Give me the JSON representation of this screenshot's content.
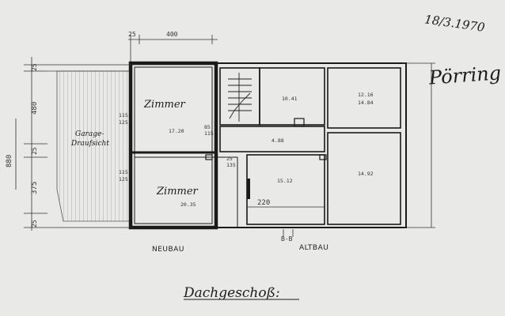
{
  "date_note": "18/3.1970",
  "signature": "Pörring",
  "dims_top": {
    "d25": "25",
    "d400": "400"
  },
  "dims_left": {
    "d25a": "25",
    "d480": "480",
    "d880": "880",
    "d25b": "25",
    "d375": "375",
    "d25c": "25"
  },
  "wall_dims": {
    "a1": "115",
    "a2": "125",
    "b1": "115",
    "b2": "125",
    "c1": "85",
    "c2": "115",
    "d1": "25",
    "d2": "135"
  },
  "garage_label": {
    "line1": "Garage-",
    "line2": "Draufsicht"
  },
  "rooms": {
    "zimmer_top": {
      "name": "Zimmer",
      "area": "17.20"
    },
    "zimmer_bottom": {
      "name": "Zimmer",
      "area": "20.35"
    },
    "room_a": {
      "area": "10.41"
    },
    "room_b": {
      "area": "12.16",
      "area2": "14.84"
    },
    "hall": {
      "area": "4.88"
    },
    "room_c": {
      "area": "15.12"
    },
    "room_d": {
      "area": "14.92"
    }
  },
  "dim_220": "220",
  "bb_mark": "B-B",
  "labels": {
    "neubau": "NEUBAU",
    "altbau": "ALTBAU"
  },
  "title": "Dachgeschoß:",
  "colors": {
    "paper": "#e9e9e7",
    "ink": "#1a1a1a",
    "hatch": "#8a8a8a"
  }
}
